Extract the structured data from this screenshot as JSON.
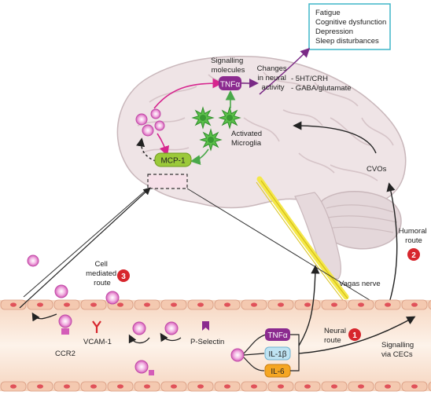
{
  "effects_box": {
    "items": [
      "Fatigue",
      "Cognitive dysfunction",
      "Depression",
      "Sleep disturbances"
    ],
    "border_color": "#3fb6c9"
  },
  "labels": {
    "signalling_molecules": [
      "Signalling",
      "molecules"
    ],
    "changes_neural_activity": [
      "Changes",
      "in neural",
      "activity"
    ],
    "neurotransmitters": [
      "- 5HT/CRH",
      "- GABA/glutamate"
    ],
    "activated_microglia": [
      "Activated",
      "Microglia"
    ],
    "cvos": "CVOs",
    "humoral_route": [
      "Humoral",
      "route"
    ],
    "vagas_nerve": "Vagas nerve",
    "cell_mediated_route": [
      "Cell",
      "mediated",
      "route"
    ],
    "neural_route": [
      "Neural",
      "route"
    ],
    "signalling_via_cecs": [
      "Signalling",
      "via CECs"
    ],
    "vcam1": "VCAM-1",
    "ccr2": "CCR2",
    "p_selectin": "P-Selectin"
  },
  "molecules": {
    "tnf_brain": "TNFα",
    "mcp1": "MCP-1",
    "tnf_vessel": "TNFα",
    "il1b": "IL-1β",
    "il6": "IL-6"
  },
  "route_badges": {
    "cell_mediated": "3",
    "humoral": "2",
    "neural": "1"
  },
  "colors": {
    "tnf": "#8b2a8f",
    "mcp1": "#9bc93a",
    "il1b": "#bfe3f2",
    "il6": "#f5a623",
    "microglia": "#5bbf4a",
    "cell_pink": "#e27ac8",
    "badge": "#d7262d",
    "vessel": "#fbe7d8",
    "nerve": "#f4e84a",
    "arrow_magenta": "#d6258e"
  }
}
